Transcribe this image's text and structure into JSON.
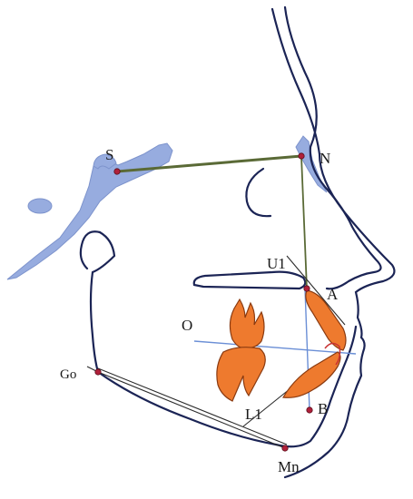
{
  "colors": {
    "bone": "#97acdf",
    "bone_edge": "#7d93cc",
    "tooth": "#ee7a2e",
    "tooth_edge": "#8a3a10",
    "outline": "#1b2455",
    "ref_line": "#5a6a36",
    "point": "#b0203a",
    "occlusal": "#6b8fd6",
    "axis_line": "#2b2b2b",
    "red_arc": "#c83232"
  },
  "landmarks": {
    "S": "S",
    "N": "N",
    "U1": "U1",
    "A": "A",
    "O": "O",
    "Go": "Go",
    "L1": "L1",
    "B": "B",
    "Mn": "Mn"
  }
}
